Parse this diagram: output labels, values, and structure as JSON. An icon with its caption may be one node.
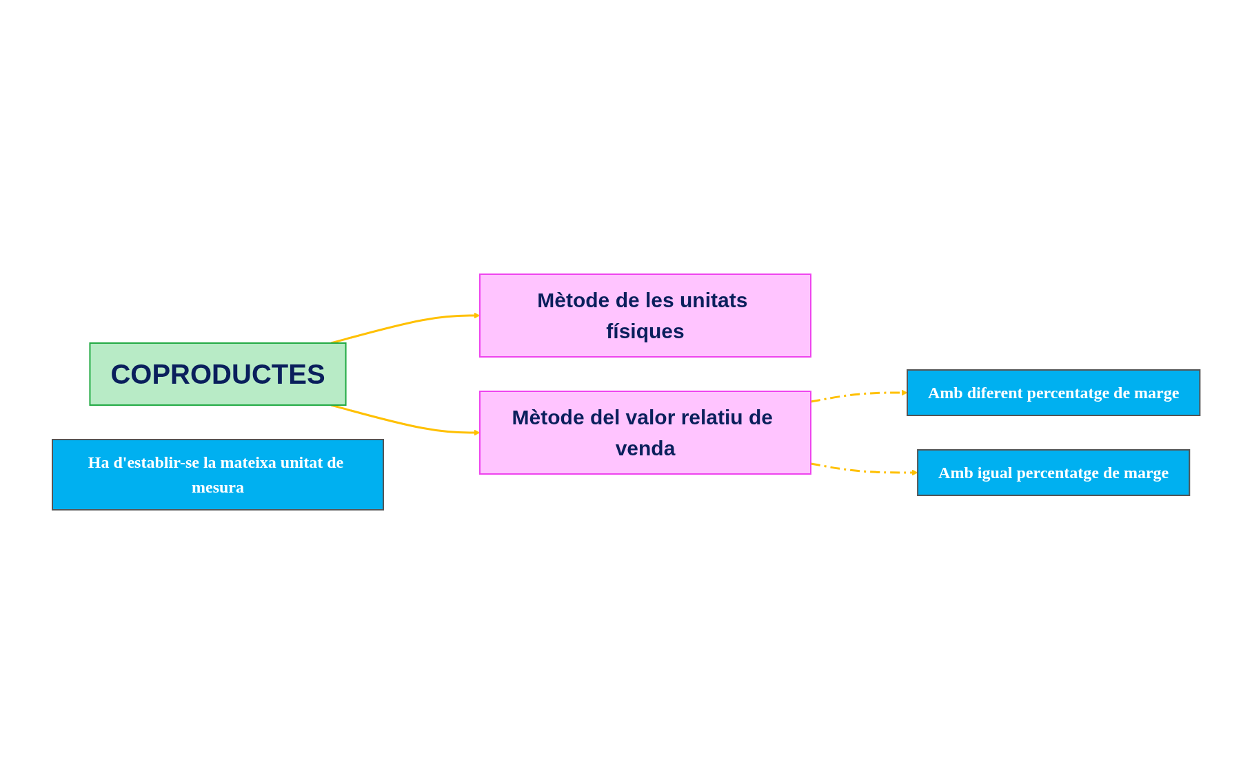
{
  "diagram": {
    "nodes": [
      {
        "text": [
          "COPRODUCTES"
        ]
      },
      {
        "text": [
          "Mètode de les unitats físiques"
        ]
      },
      {
        "text": [
          "Ha d'establir-se la mateixa unitat de mesura"
        ]
      },
      {
        "text": [
          "Mètode del valor relatiu de venda"
        ]
      },
      {
        "text": [
          "Amb diferent percentatge de marge"
        ]
      },
      {
        "text": [
          "Amb igual percentatge de marge"
        ]
      }
    ],
    "edges": [
      {
        "from": 0,
        "to": 1,
        "arrow": "to"
      },
      {
        "from": 0,
        "to": 3,
        "arrow": "to"
      },
      {
        "from": 3,
        "to": 4,
        "arrow": "to",
        "style": "dashed"
      },
      {
        "from": 3,
        "to": 5,
        "arrow": "to",
        "style": "dashed"
      }
    ]
  }
}
